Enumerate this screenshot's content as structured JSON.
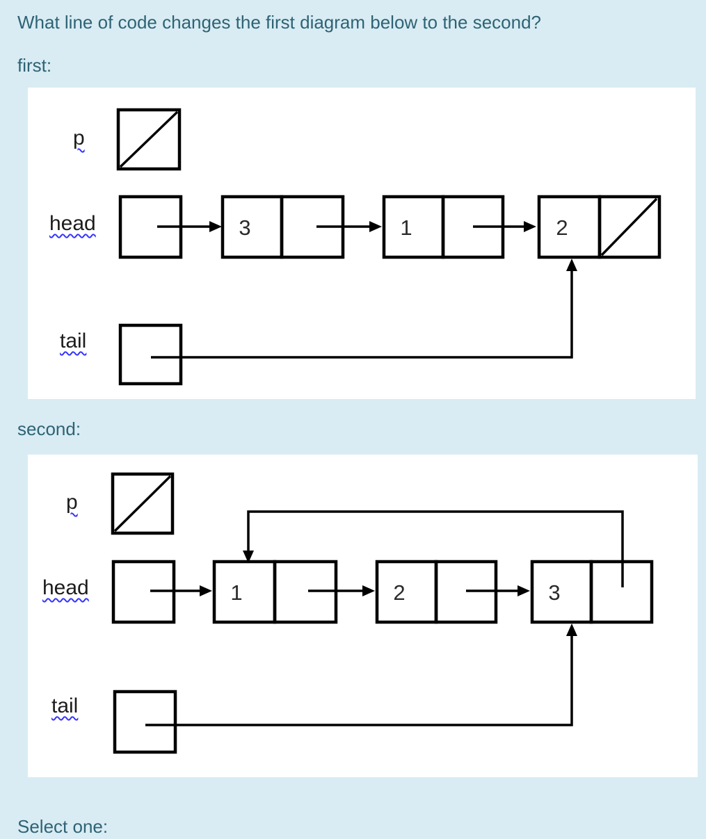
{
  "question": {
    "title": "What line of code changes the first diagram below to the second?",
    "first_caption": "first:",
    "second_caption": "second:",
    "select_prompt": "Select one:"
  },
  "first": {
    "p_label": "p",
    "head_label": "head",
    "tail_label": "tail",
    "nodes": [
      "3",
      "1",
      "2"
    ]
  },
  "second": {
    "p_label": "p",
    "head_label": "head",
    "tail_label": "tail",
    "nodes": [
      "1",
      "2",
      "3"
    ]
  },
  "colors": {
    "page_background": "#d9ecf3",
    "panel_background": "#ffffff",
    "heading_text": "#2e6375",
    "diagram_stroke": "#000000",
    "label_underline": "#3434ff"
  }
}
